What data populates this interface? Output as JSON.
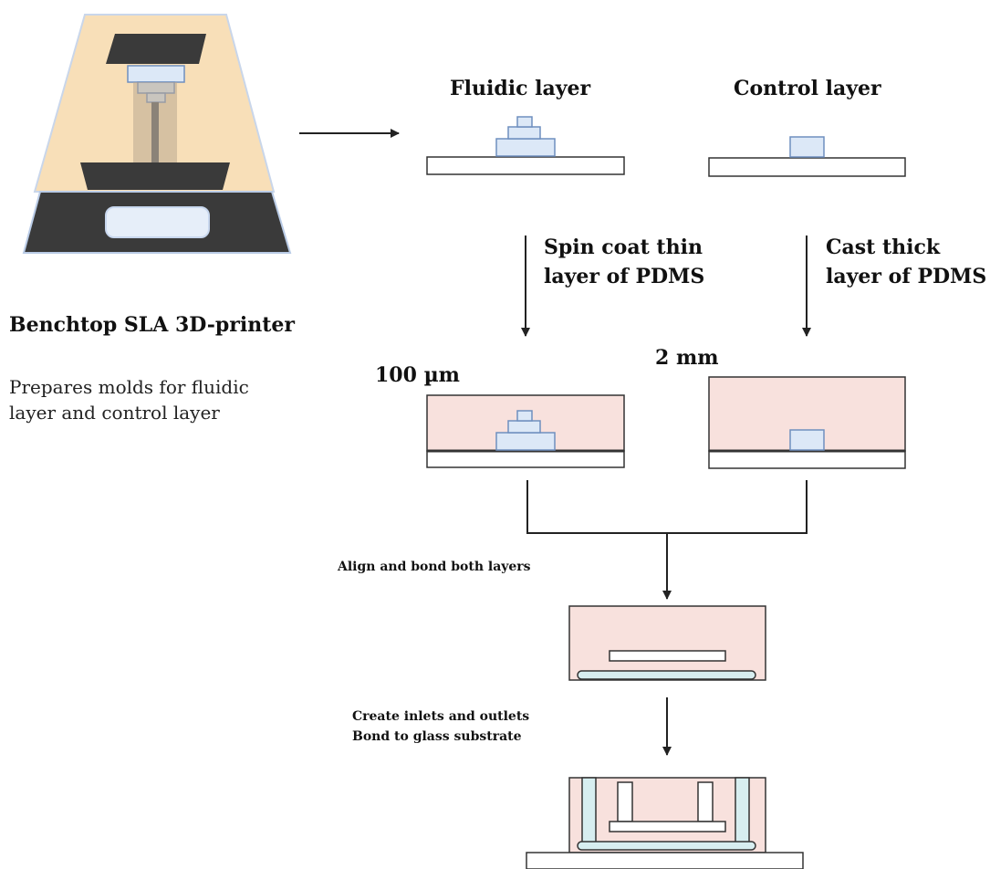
{
  "printer": {
    "title": "Benchtop SLA 3D-printer",
    "description_line1": "Prepares  molds for fluidic",
    "description_line2": "layer and control layer"
  },
  "molds": {
    "fluidic_label": "Fluidic layer",
    "control_label": "Control layer"
  },
  "steps": {
    "spin_line1": "Spin coat thin",
    "spin_line2": "layer of PDMS",
    "cast_line1": "Cast thick",
    "cast_line2": "layer of PDMS",
    "thin_thickness": "100 µm",
    "thick_thickness": "2 mm",
    "align_bond": "Align and bond both layers",
    "inlets_line1": "Create inlets and outlets",
    "inlets_line2": "Bond to glass substrate"
  },
  "colors": {
    "printer_body": "#f8dfb8",
    "printer_dark": "#3a3a3a",
    "printer_blue": "#cfe0f5",
    "pdms_pink": "#f8e1dd",
    "mold_blue": "#dce8f7",
    "glass_cyan": "#d7eef0",
    "stroke": "#333333"
  }
}
